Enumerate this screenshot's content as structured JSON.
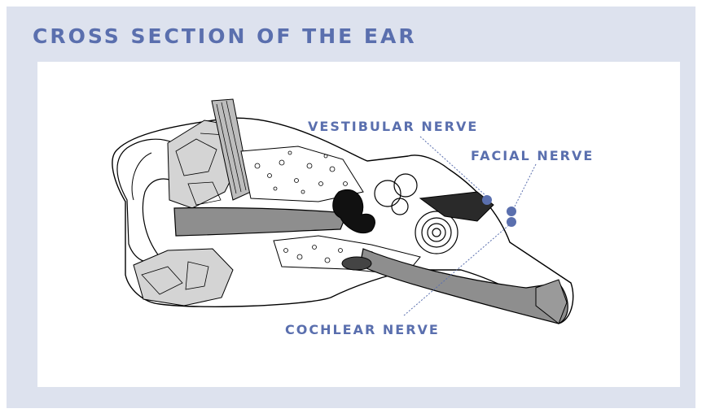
{
  "title": "CROSS SECTION OF THE EAR",
  "labels": {
    "vestibular": "VESTIBULAR NERVE",
    "facial": "FACIAL NERVE",
    "cochlear": "COCHLEAR NERVE"
  },
  "colors": {
    "frame": "#dde2ee",
    "accent": "#5a6fae",
    "canal": "#8e8e8e",
    "tissue": "#d4d4d4"
  }
}
